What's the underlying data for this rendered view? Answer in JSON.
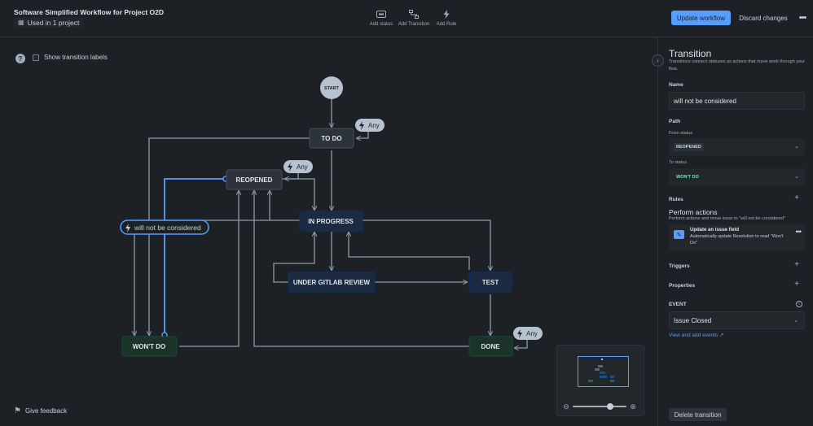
{
  "header": {
    "title": "Software Simplified Workflow for Project O2D",
    "used_in": "Used in 1 project",
    "tools": [
      {
        "label": "Add status",
        "icon": "status-icon"
      },
      {
        "label": "Add Transition",
        "icon": "transition-icon"
      },
      {
        "label": "Add Rule",
        "icon": "rule-icon"
      }
    ],
    "update_button": "Update workflow",
    "discard_button": "Discard changes",
    "more_icon": "more-icon"
  },
  "canvas": {
    "show_labels": "Show transition labels",
    "nodes": {
      "start": "START",
      "todo": "TO DO",
      "reopened": "REOPENED",
      "in_progress": "IN PROGRESS",
      "under_review": "UNDER GITLAB REVIEW",
      "test": "TEST",
      "wont_do": "WON'T DO",
      "done": "DONE"
    },
    "any_labels": [
      "Any",
      "Any",
      "Any"
    ],
    "selected_transition": "will not be considered",
    "feedback": "Give feedback",
    "zoom_level": 0.7
  },
  "panel": {
    "title": "Transition",
    "description": "Transitions connect statuses as actions that move work through your flow.",
    "name_label": "Name",
    "name_value": "will not be considered",
    "path_label": "Path",
    "from_label": "From status",
    "from_value": "REOPENED",
    "to_label": "To status",
    "to_value": "WON'T DO",
    "rules_label": "Rules",
    "perform_heading": "Perform actions",
    "perform_desc": "Perform actions and move issue to \"will not be considered\"",
    "action_title": "Update an issue field",
    "action_desc": "Automatically update Resolution to read \"Won't Do\"",
    "triggers_label": "Triggers",
    "properties_label": "Properties",
    "event_label": "EVENT",
    "event_value": "Issue Closed",
    "events_link": "View and add events",
    "delete_button": "Delete transition"
  },
  "colors": {
    "background": "#1d2125",
    "accent": "#579dff",
    "selected_edge": "#579dff",
    "status_blue": "#1c2b41",
    "status_green": "#1c3329",
    "status_grey": "#2c333a",
    "edge": "#8c9bab"
  }
}
